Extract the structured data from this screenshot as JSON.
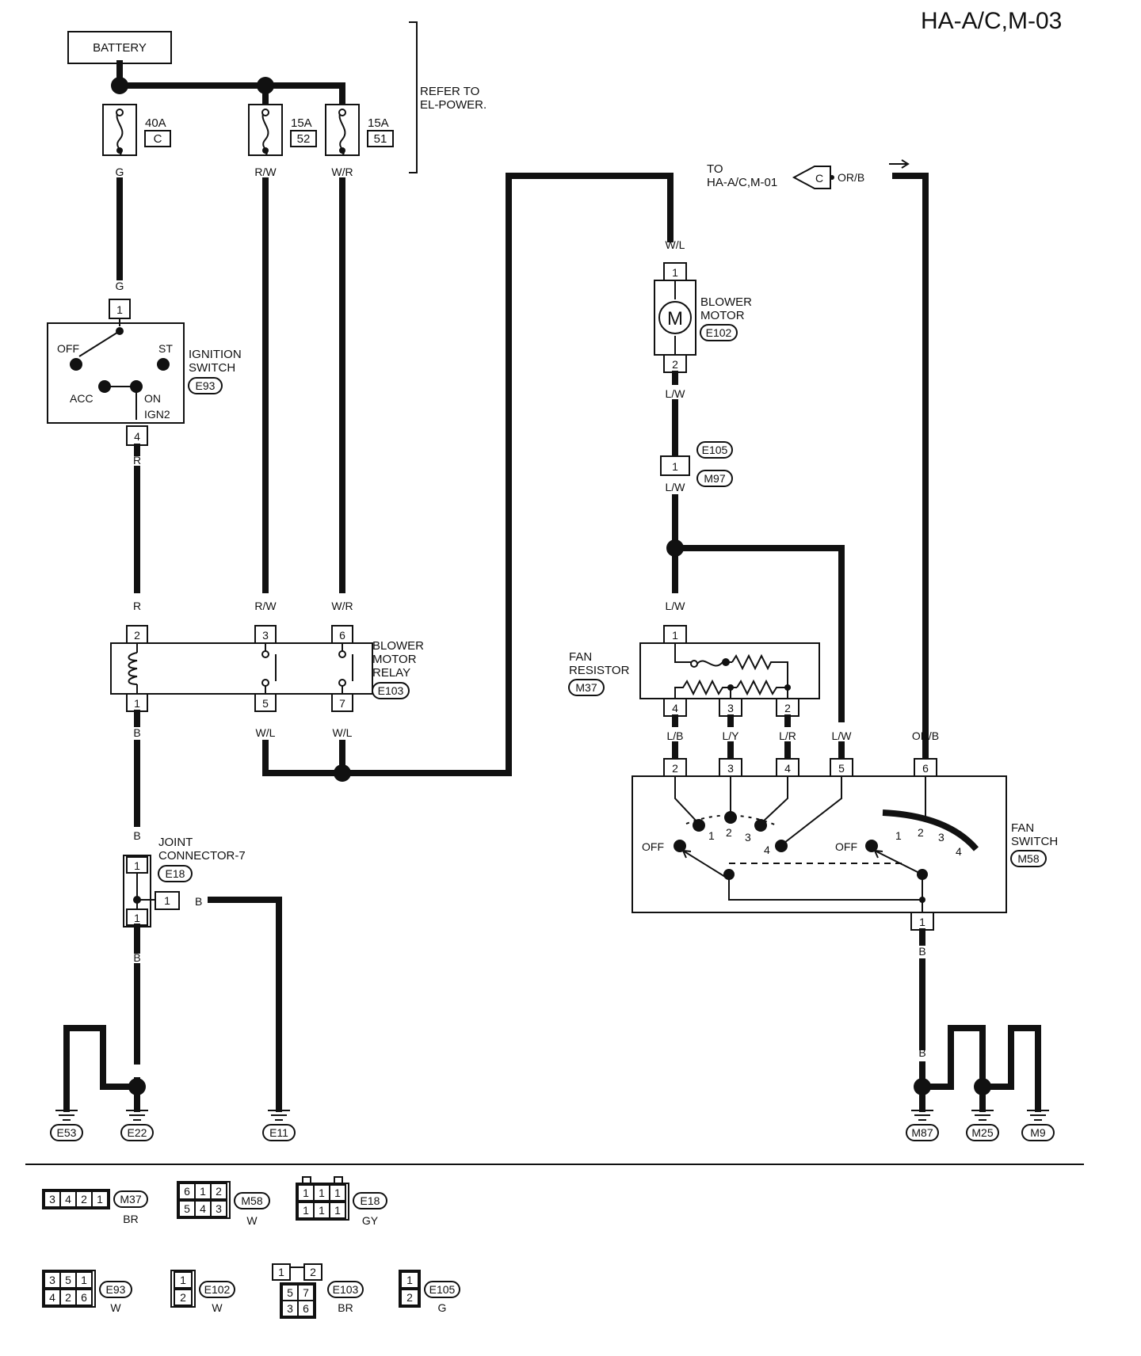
{
  "page_title": "HA-A/C,M-03",
  "battery": "BATTERY",
  "refer": {
    "line1": "REFER TO",
    "line2": "EL-POWER."
  },
  "fuses": [
    {
      "amps": "40A",
      "id": "C"
    },
    {
      "amps": "15A",
      "id": "52"
    },
    {
      "amps": "15A",
      "id": "51"
    }
  ],
  "wires": {
    "g": "G",
    "rw": "R/W",
    "wr": "W/R",
    "r": "R",
    "b": "B",
    "wl": "W/L",
    "lw": "L/W",
    "orb": "OR/B",
    "lb": "L/B",
    "ly": "L/Y",
    "lr": "L/R"
  },
  "ignition": {
    "line1": "IGNITION",
    "line2": "SWITCH",
    "conn": "E93",
    "off": "OFF",
    "st": "ST",
    "acc": "ACC",
    "on": "ON",
    "ign2": "IGN2",
    "pin_top": "1",
    "pin_bottom": "4"
  },
  "relay": {
    "line1": "BLOWER",
    "line2": "MOTOR",
    "line3": "RELAY",
    "conn": "E103",
    "pins_top": [
      "2",
      "3",
      "6"
    ],
    "pins_bottom": [
      "1",
      "5",
      "7"
    ]
  },
  "to_ref": {
    "line1": "TO",
    "line2": "HA-A/C,M-01",
    "connector": "C"
  },
  "blower": {
    "line1": "BLOWER",
    "line2": "MOTOR",
    "conn": "E102",
    "symbol": "M",
    "pin_top": "1",
    "pin_bottom": "2"
  },
  "inline_connector": {
    "pin": "1",
    "conn_a": "E105",
    "conn_b": "M97"
  },
  "fan_resistor": {
    "line1": "FAN",
    "line2": "RESISTOR",
    "conn": "M37",
    "pin_top": "1",
    "pins_bottom": [
      "4",
      "3",
      "2"
    ]
  },
  "fan_switch": {
    "line1": "FAN",
    "line2": "SWITCH",
    "conn": "M58",
    "pins_top": [
      "2",
      "3",
      "4",
      "5",
      "6"
    ],
    "pin_bottom": "1",
    "off": "OFF",
    "positions": [
      "1",
      "2",
      "3",
      "4"
    ]
  },
  "joint": {
    "line1": "JOINT",
    "line2": "CONNECTOR-7",
    "conn": "E18",
    "pin": "1"
  },
  "grounds": [
    "E53",
    "E22",
    "E11",
    "M87",
    "M25",
    "M9"
  ],
  "connectors": [
    {
      "id": "M37",
      "color": "BR",
      "rows": [
        [
          "3",
          "4",
          "2",
          "1"
        ]
      ]
    },
    {
      "id": "M58",
      "color": "W",
      "rows": [
        [
          "6",
          "1",
          "2"
        ],
        [
          "5",
          "4",
          "3"
        ]
      ]
    },
    {
      "id": "E18",
      "color": "GY",
      "rows": [
        [
          "1",
          "1",
          "1"
        ],
        [
          "1",
          "1",
          "1"
        ]
      ]
    },
    {
      "id": "E93",
      "color": "W",
      "rows": [
        [
          "3",
          "5",
          "1"
        ],
        [
          "4",
          "2",
          "6"
        ]
      ]
    },
    {
      "id": "E102",
      "color": "W",
      "rows": [
        [
          "1"
        ],
        [
          "2"
        ]
      ]
    },
    {
      "id": "E103",
      "color": "BR",
      "rows": [
        [
          "1",
          "2"
        ],
        [
          "5",
          "7"
        ],
        [
          "3",
          "6"
        ]
      ]
    },
    {
      "id": "E105",
      "color": "G",
      "rows": [
        [
          "1"
        ],
        [
          "2"
        ]
      ]
    }
  ]
}
